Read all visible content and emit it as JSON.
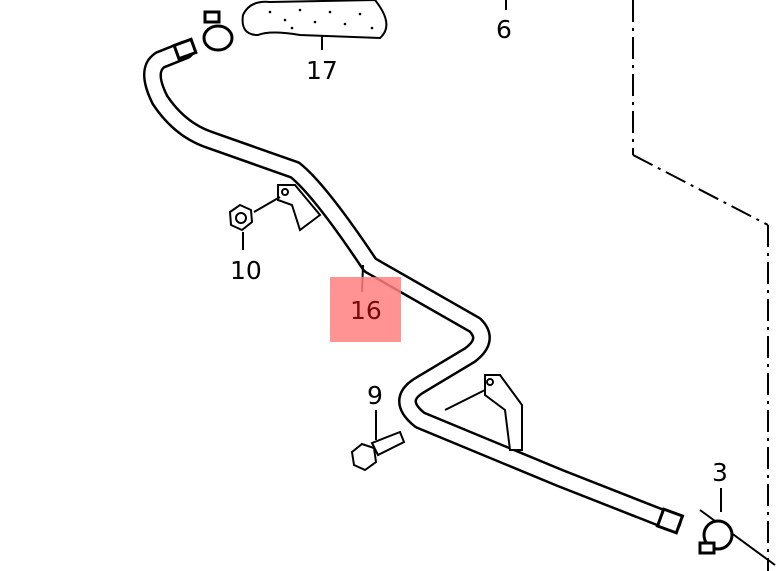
{
  "diagram": {
    "callouts": {
      "part_6": "6",
      "part_17": "17",
      "part_10": "10",
      "part_16": "16",
      "part_9": "9",
      "part_3": "3"
    },
    "highlighted_part": "16",
    "highlight_color": "#ff8080"
  }
}
